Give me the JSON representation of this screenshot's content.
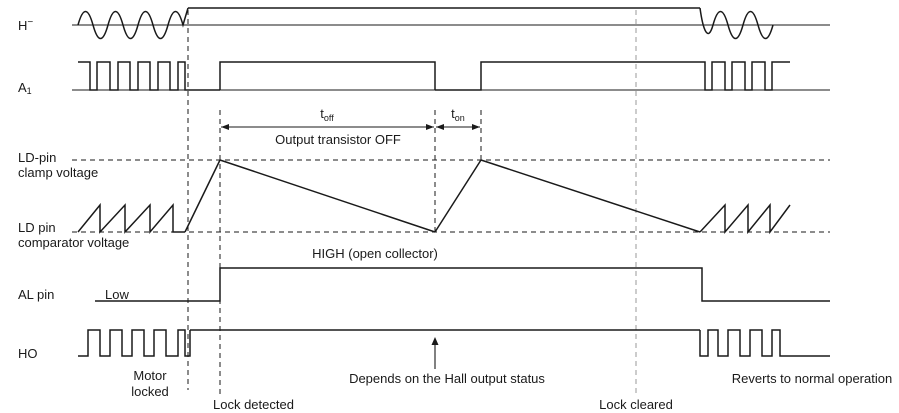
{
  "rows": {
    "hall": {
      "label": "H",
      "superscript": "−"
    },
    "a1": {
      "label": "A",
      "subscript": "1"
    },
    "ld_clamp": {
      "line1": "LD-pin",
      "line2": "clamp voltage"
    },
    "ld_comp": {
      "line1": "LD pin",
      "line2": "comparator voltage"
    },
    "al_pin": {
      "label": "AL pin"
    },
    "ho": {
      "label": "HO"
    }
  },
  "timing": {
    "t_off": {
      "base": "t",
      "sub": "off"
    },
    "t_on": {
      "base": "t",
      "sub": "on"
    },
    "output_off": "Output transistor OFF"
  },
  "annotations": {
    "al_low": "Low",
    "al_high": "HIGH (open collector)",
    "motor_locked_1": "Motor",
    "motor_locked_2": "locked",
    "depends": "Depends on the Hall output status",
    "reverts": "Reverts to normal operation",
    "lock_detected": "Lock detected",
    "lock_cleared": "Lock cleared"
  },
  "colors": {
    "line": "#1a1a1a",
    "guide": "#999999",
    "background": "#ffffff"
  }
}
